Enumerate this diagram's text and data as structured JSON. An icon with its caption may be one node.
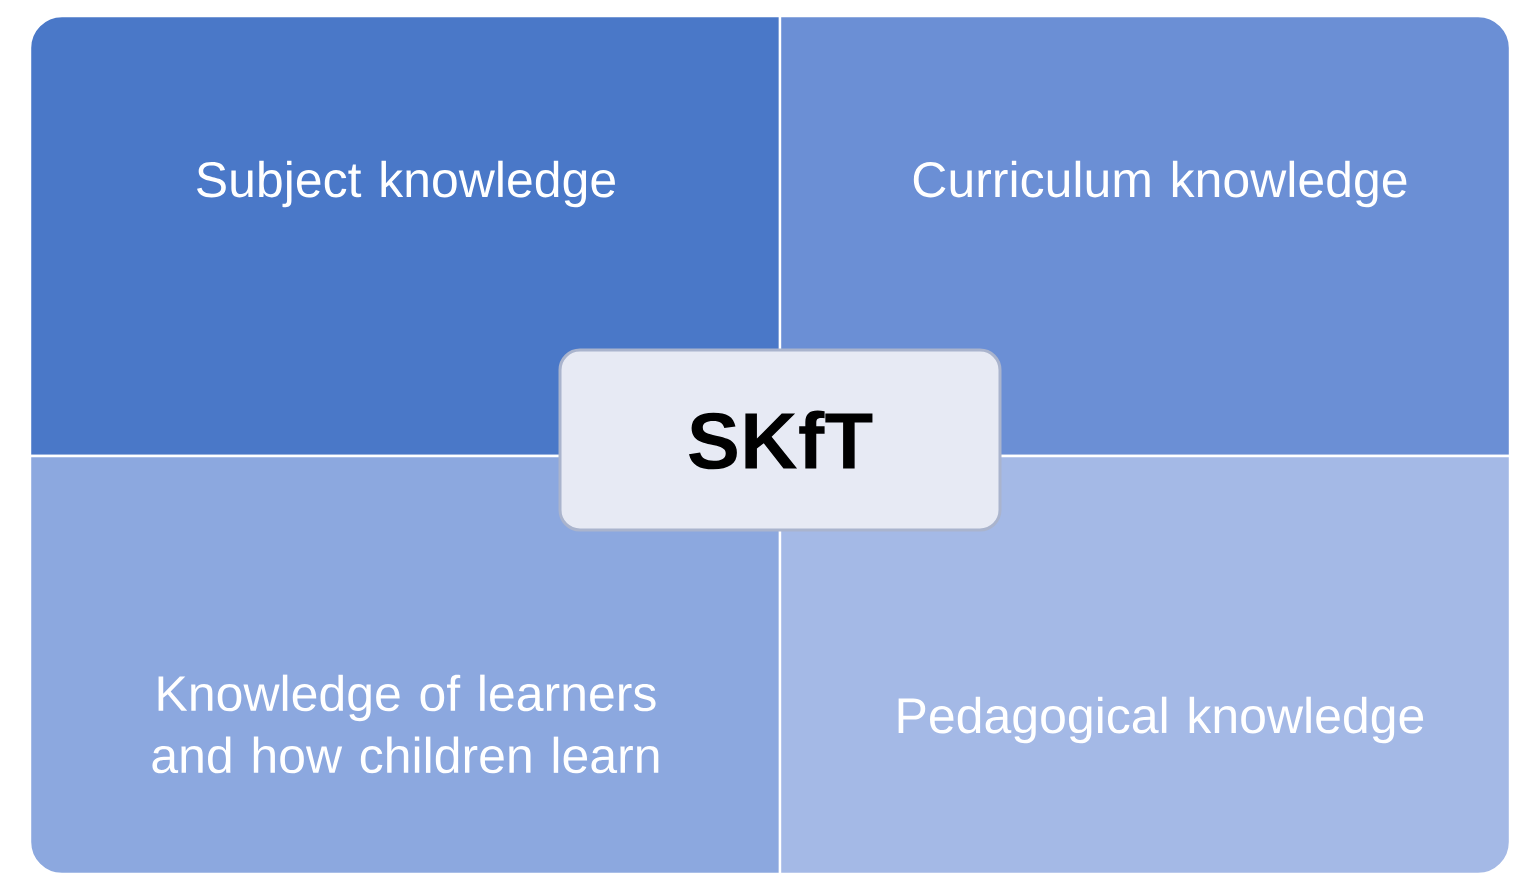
{
  "diagram": {
    "nodes": [
      {
        "text": [
          "Subject knowledge"
        ]
      },
      {
        "text": [
          "Curriculum knowledge"
        ]
      },
      {
        "text": [
          "SKfT"
        ]
      },
      {
        "text": [
          "Knowledge of learners and how children learn"
        ]
      },
      {
        "text": [
          "Pedagogical knowledge"
        ]
      }
    ]
  }
}
